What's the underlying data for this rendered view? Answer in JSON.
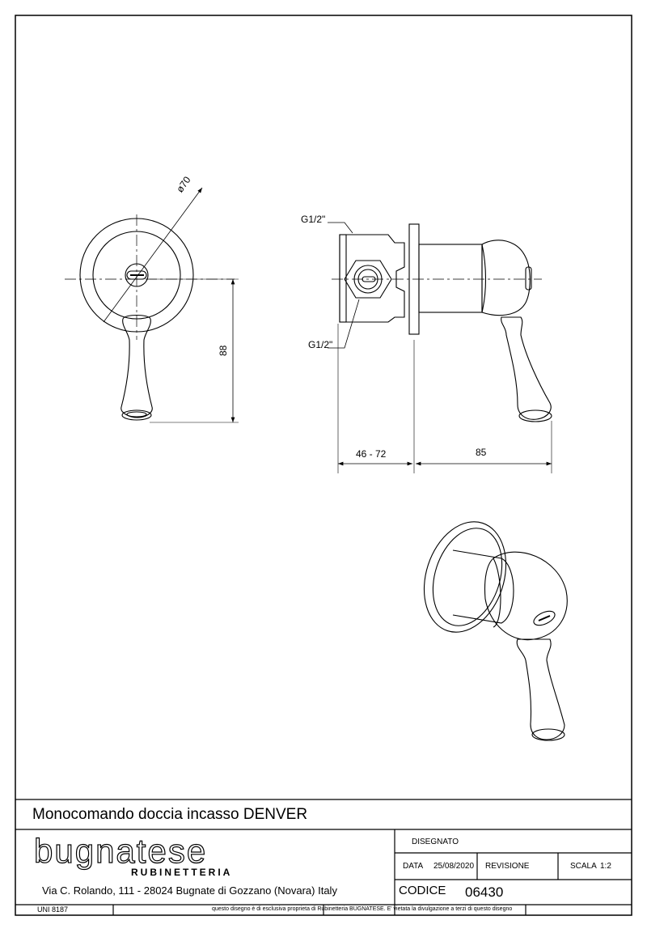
{
  "drawing": {
    "dim_diameter": "ø70",
    "dim_height": "88",
    "dim_thread_top": "G1/2\"",
    "dim_thread_bottom": "G1/2\"",
    "dim_depth": "46 - 72",
    "dim_length": "85"
  },
  "titleblock": {
    "title": "Monocomando doccia incasso DENVER",
    "logo_main": "bugnatese",
    "logo_sub": "RUBINETTERIA",
    "address": "Via C. Rolando, 111 - 28024 Bugnate di Gozzano (Novara) Italy",
    "disegnato_label": "DISEGNATO",
    "data_label": "DATA",
    "data_value": "25/08/2020",
    "revisione_label": "REVISIONE",
    "scala_label": "SCALA",
    "scala_value": "1:2",
    "codice_label": "CODICE",
    "codice_value": "06430",
    "uni": "UNI 8187",
    "notice": "questo disegno è di esclusiva proprieta di Rubinetteria BUGNATESE. E' vietata la divulgazione a terzi di questo disegno"
  }
}
